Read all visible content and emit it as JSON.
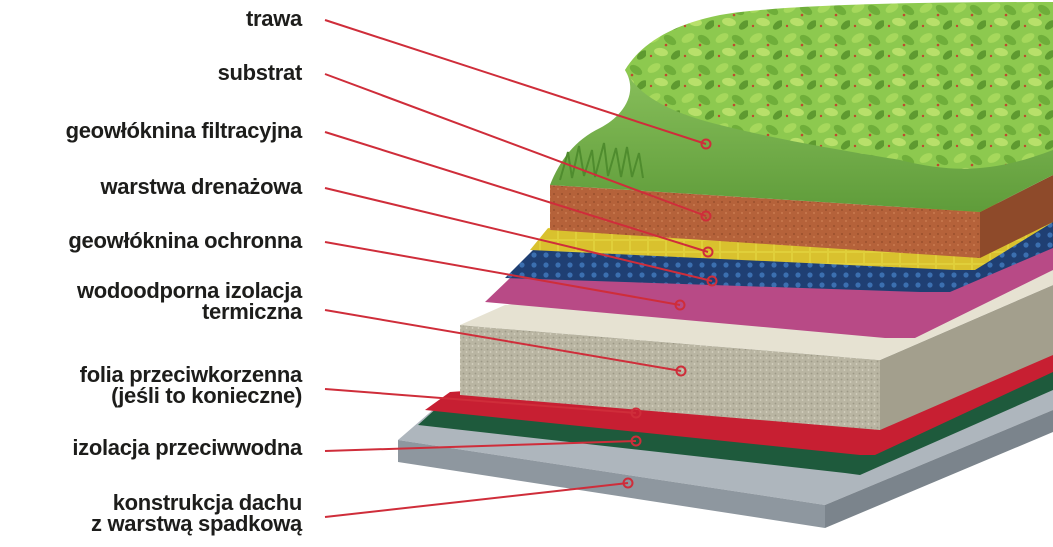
{
  "layers": [
    {
      "id": "grass",
      "lines": [
        "trawa"
      ],
      "color": "#7fc24a"
    },
    {
      "id": "substrate",
      "lines": [
        "substrat"
      ],
      "color": "#b5623a"
    },
    {
      "id": "filter-geotextile",
      "lines": [
        "geowłóknina filtracyjna"
      ],
      "color": "#e0cf3a"
    },
    {
      "id": "drainage",
      "lines": [
        "warstwa drenażowa"
      ],
      "color": "#1f3f73"
    },
    {
      "id": "protective-geotextile",
      "lines": [
        "geowłóknina ochronna"
      ],
      "color": "#b84a86"
    },
    {
      "id": "thermal-insulation",
      "lines": [
        "wodoodporna izolacja",
        "termiczna"
      ],
      "color": "#c9c5b2"
    },
    {
      "id": "root-barrier",
      "lines": [
        "folia przeciwkorzenna",
        "(jeśli to konieczne)"
      ],
      "color": "#c71f32"
    },
    {
      "id": "waterproofing",
      "lines": [
        "izolacja przeciwwodna"
      ],
      "color": "#1e5a3c"
    },
    {
      "id": "roof-structure",
      "lines": [
        "konstrukcja dachu",
        "z warstwą spadkową"
      ],
      "color": "#aeb6bd"
    }
  ],
  "pointer_color": "#cf2d3a"
}
